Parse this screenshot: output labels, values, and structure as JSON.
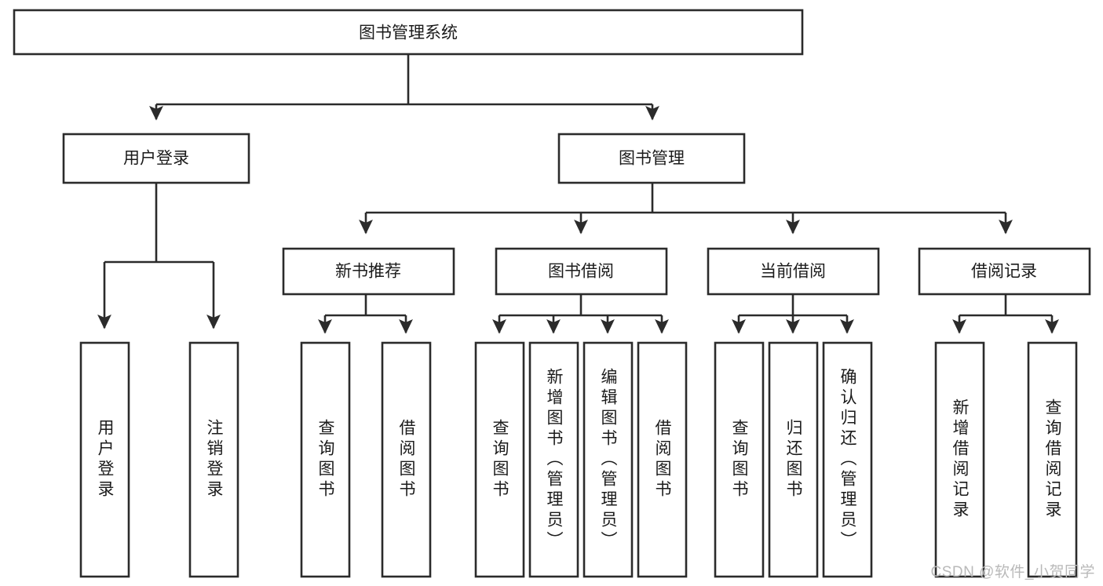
{
  "diagram": {
    "title": "图书管理系统",
    "type": "hierarchy-tree",
    "orientation": "top-down",
    "colors": {
      "box_stroke": "#2b2b2b",
      "box_fill": "#ffffff",
      "connector": "#2b2b2b",
      "text": "#1b1b1b",
      "watermark": "#b9b9b9"
    },
    "levels": {
      "root": {
        "label": "图书管理系统",
        "orientation": "horizontal"
      },
      "level2": [
        {
          "id": "user-login",
          "label": "用户登录",
          "orientation": "horizontal"
        },
        {
          "id": "book-management",
          "label": "图书管理",
          "orientation": "horizontal"
        }
      ],
      "level3": [
        {
          "id": "new-book-recommend",
          "label": "新书推荐",
          "orientation": "horizontal",
          "parent": "book-management"
        },
        {
          "id": "book-borrow",
          "label": "图书借阅",
          "orientation": "horizontal",
          "parent": "book-management"
        },
        {
          "id": "current-borrow",
          "label": "当前借阅",
          "orientation": "horizontal",
          "parent": "book-management"
        },
        {
          "id": "borrow-record",
          "label": "借阅记录",
          "orientation": "horizontal",
          "parent": "book-management"
        }
      ],
      "leaves": [
        {
          "id": "leaf-user-login",
          "label": "用户登录",
          "orientation": "vertical",
          "parent": "user-login"
        },
        {
          "id": "leaf-user-logout",
          "label": "注销登录",
          "orientation": "vertical",
          "parent": "user-login"
        },
        {
          "id": "leaf-query-book-1",
          "label": "查询图书",
          "orientation": "vertical",
          "parent": "new-book-recommend"
        },
        {
          "id": "leaf-borrow-book-1",
          "label": "借阅图书",
          "orientation": "vertical",
          "parent": "new-book-recommend"
        },
        {
          "id": "leaf-query-book-2",
          "label": "查询图书",
          "orientation": "vertical",
          "parent": "book-borrow"
        },
        {
          "id": "leaf-add-book",
          "label": "新增图书（管理员）",
          "orientation": "vertical",
          "parent": "book-borrow"
        },
        {
          "id": "leaf-edit-book",
          "label": "编辑图书（管理员）",
          "orientation": "vertical",
          "parent": "book-borrow"
        },
        {
          "id": "leaf-borrow-book-2",
          "label": "借阅图书",
          "orientation": "vertical",
          "parent": "book-borrow"
        },
        {
          "id": "leaf-query-book-3",
          "label": "查询图书",
          "orientation": "vertical",
          "parent": "current-borrow"
        },
        {
          "id": "leaf-return-book",
          "label": "归还图书",
          "orientation": "vertical",
          "parent": "current-borrow"
        },
        {
          "id": "leaf-confirm-return",
          "label": "确认归还（管理员）",
          "orientation": "vertical",
          "parent": "current-borrow"
        },
        {
          "id": "leaf-add-record",
          "label": "新增借阅记录",
          "orientation": "vertical",
          "parent": "borrow-record"
        },
        {
          "id": "leaf-query-record",
          "label": "查询借阅记录",
          "orientation": "vertical",
          "parent": "borrow-record"
        }
      ]
    },
    "watermark": "CSDN @软件_小贺同学"
  }
}
